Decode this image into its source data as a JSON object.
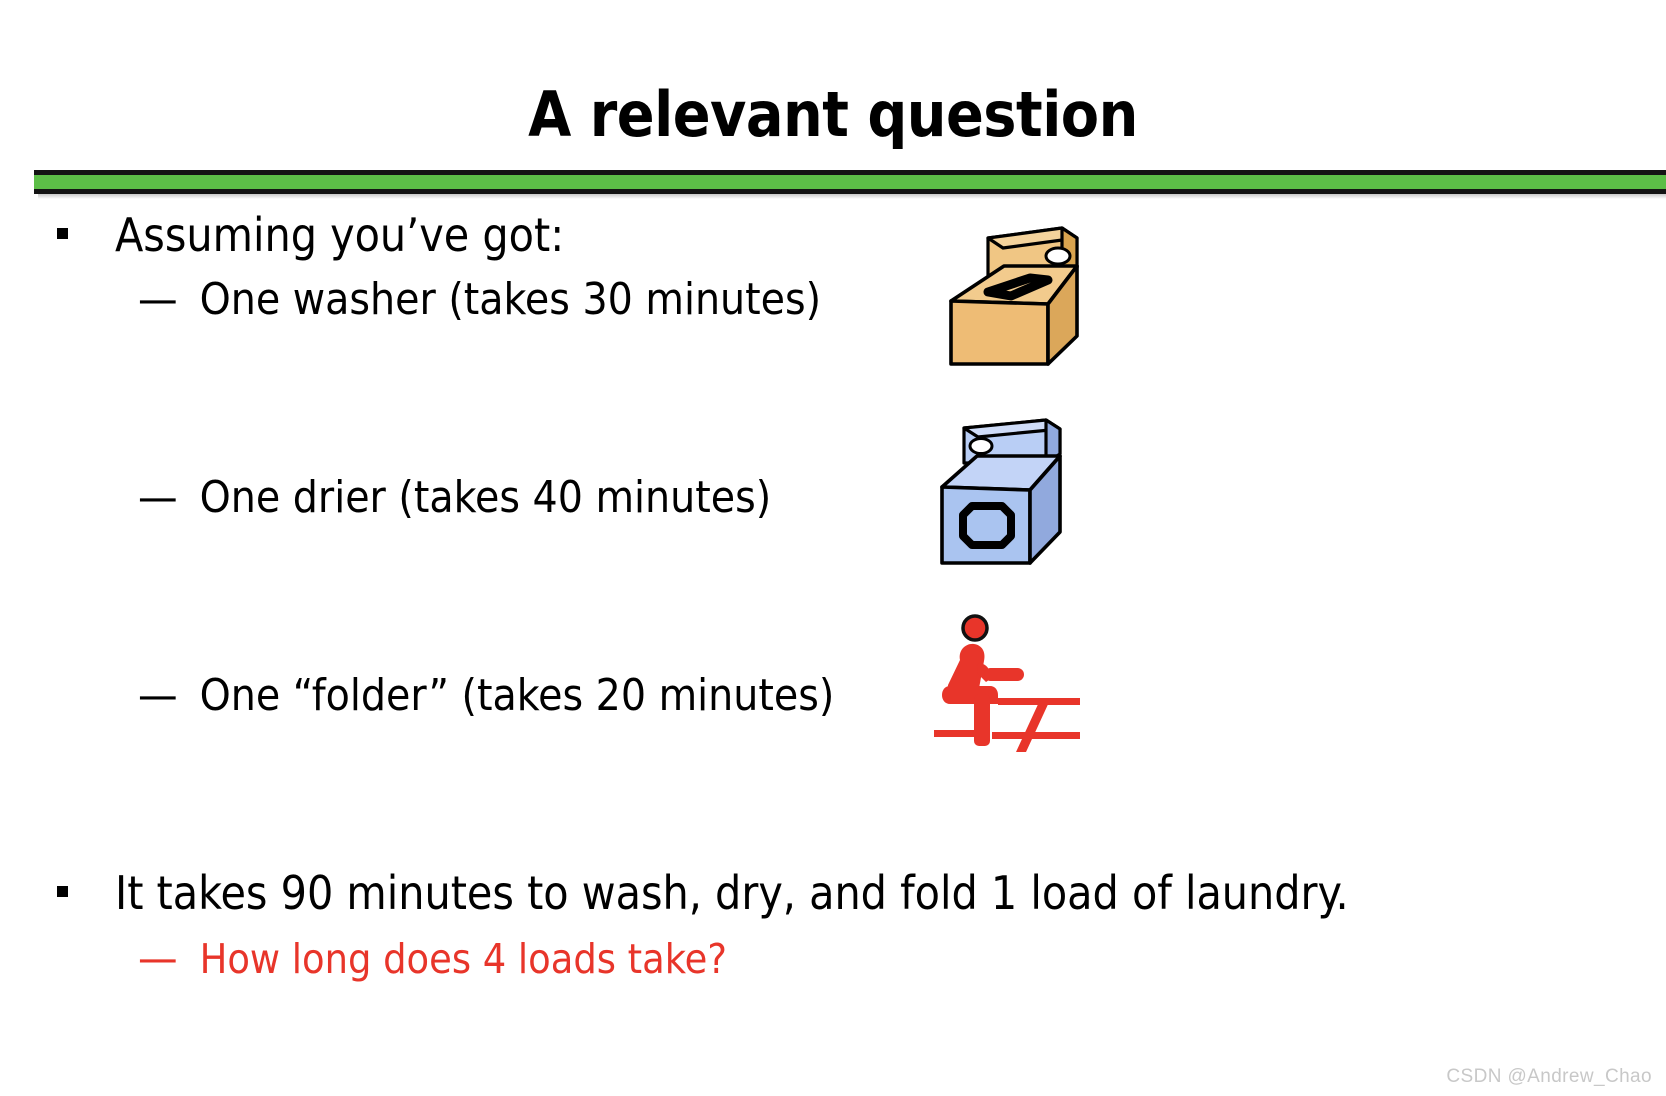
{
  "slide": {
    "title": "A relevant question",
    "accent_bar_color": "#5cbe47",
    "accent_bar_border_color": "#141414",
    "background_color": "#ffffff",
    "text_color": "#000000",
    "highlight_color": "#e8352a"
  },
  "body": {
    "bullet_1": {
      "marker": "square",
      "text": "Assuming you’ve got:"
    },
    "sub_bullets": [
      {
        "marker": "—",
        "text": "One washer (takes 30 minutes)",
        "icon": "washer-icon"
      },
      {
        "marker": "—",
        "text": "One drier (takes 40 minutes)",
        "icon": "drier-icon"
      },
      {
        "marker": "—",
        "text": "One “folder” (takes 20 minutes)",
        "icon": "folder-person-icon"
      }
    ],
    "bullet_2": {
      "marker": "square",
      "text": "It takes 90 minutes to wash, dry, and fold 1 load of laundry."
    },
    "sub_bullet_2": {
      "marker": "—",
      "text": "How long does 4 loads take?",
      "color": "#e8352a"
    }
  },
  "icons": {
    "washer": {
      "name": "washer-icon",
      "face_color": "#eebc75",
      "top_color": "#f0c684",
      "side_color": "#d9a košt"
    },
    "drier": {
      "name": "drier-icon",
      "face_color": "#aac4f0"
    },
    "folder_person": {
      "name": "folder-person-icon",
      "color": "#e8352a"
    }
  },
  "watermark": {
    "text": "CSDN @Andrew_Chao"
  }
}
